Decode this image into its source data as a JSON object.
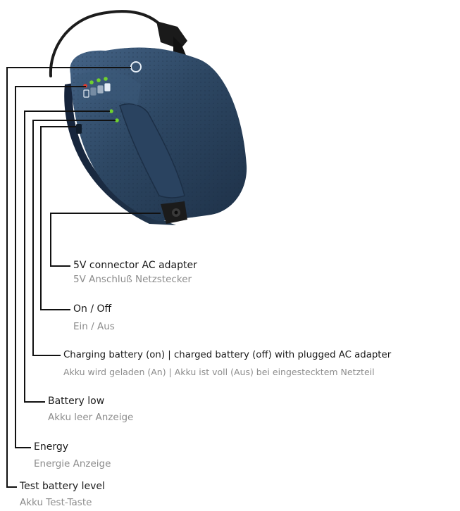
{
  "callouts": [
    {
      "en": "5V connector AC adapter",
      "de": "5V Anschluß Netzstecker"
    },
    {
      "en": "On / Off",
      "de": "Ein / Aus"
    },
    {
      "en": "Charging battery (on) | charged battery (off) with plugged AC adapter",
      "de": "Akku wird geladen (An) | Akku ist voll (Aus) bei eingestecktem Netzteil"
    },
    {
      "en": "Battery low",
      "de": "Akku leer Anzeige"
    },
    {
      "en": "Energy",
      "de": "Energie Anzeige"
    },
    {
      "en": "Test battery level",
      "de": "Akku Test-Taste"
    }
  ],
  "colors": {
    "device_body": "#2d4763",
    "device_dark": "#1b2c40",
    "led_green": "#6fd12e",
    "led_red": "#e0392b",
    "plug_tip": "#e8d61a",
    "leader_line": "#111111"
  },
  "icons": [
    "battery-pack-device",
    "power-button-icon",
    "led-indicator",
    "dc-plug",
    "dc-jack"
  ]
}
